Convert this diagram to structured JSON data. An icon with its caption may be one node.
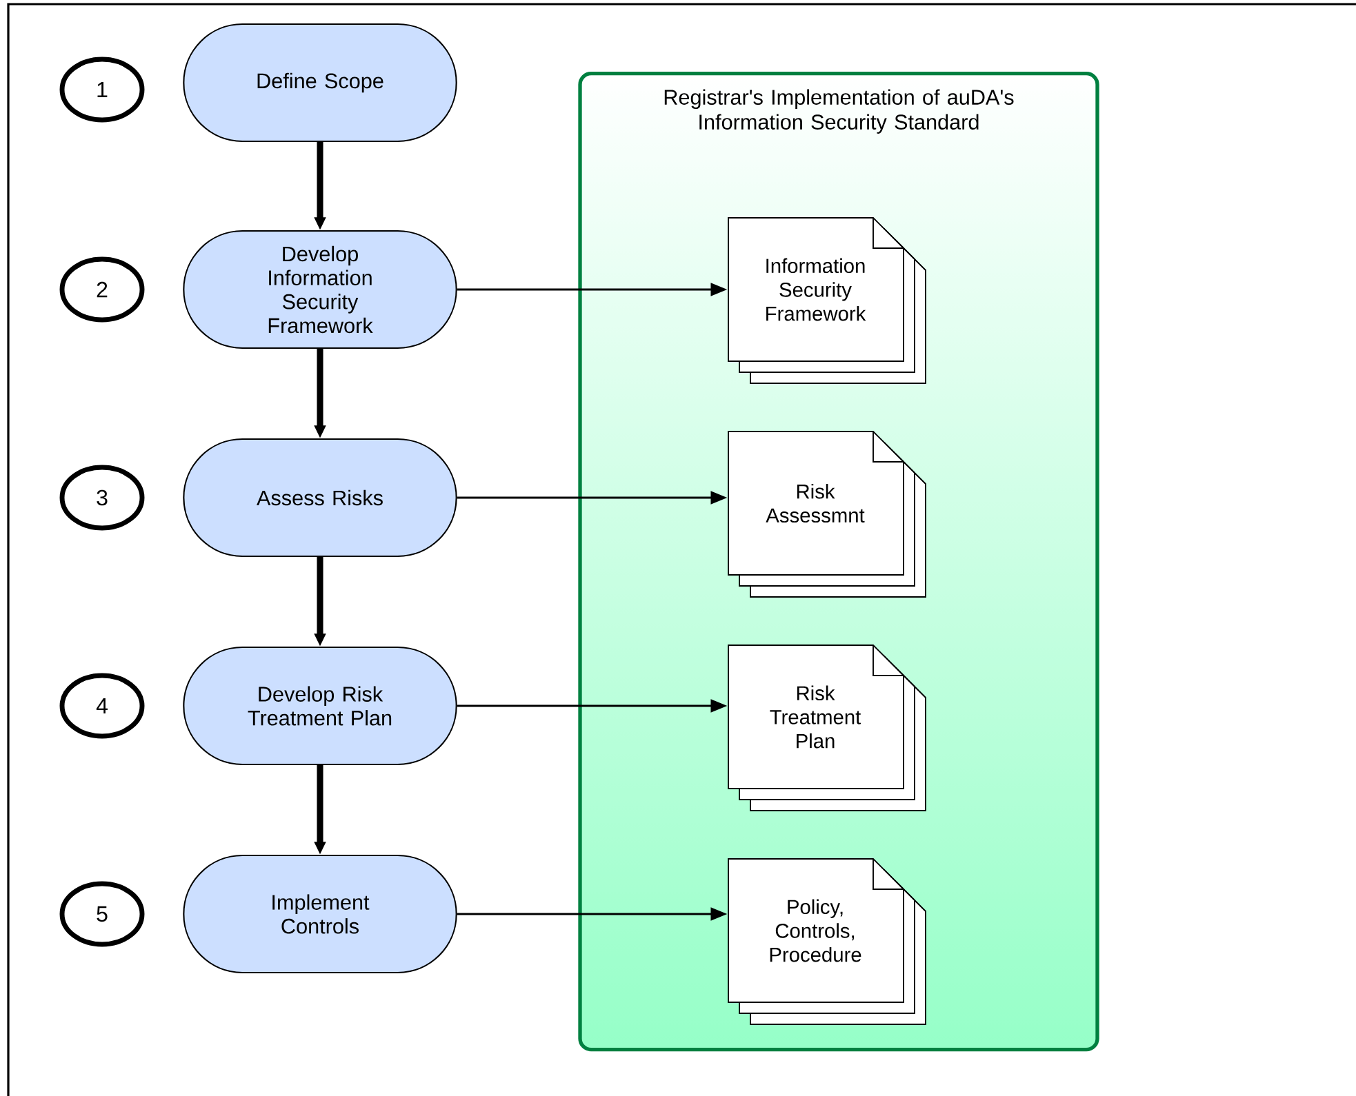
{
  "diagram": {
    "nodes": [
      {
        "text": [
          "1"
        ]
      },
      {
        "text": [
          "Define Scope"
        ]
      },
      {
        "text": [
          "Registrar's Implementation of auDA's Information Security Standard"
        ]
      },
      {
        "text": [
          "2"
        ]
      },
      {
        "text": [
          "Develop Information Security Framework"
        ]
      },
      {
        "text": [
          "Information Security Framework"
        ],
        "in": 2
      },
      {
        "text": [
          "3"
        ]
      },
      {
        "text": [
          "Assess Risks"
        ]
      },
      {
        "text": [
          "Risk Assessmnt"
        ],
        "in": 2
      },
      {
        "text": [
          "4"
        ]
      },
      {
        "text": [
          "Develop Risk Treatment Plan"
        ]
      },
      {
        "text": [
          "Risk Treatment Plan"
        ],
        "in": 2
      },
      {
        "text": [
          "5"
        ]
      },
      {
        "text": [
          "Implement Controls"
        ]
      },
      {
        "text": [
          "Policy, Controls, Procedure"
        ],
        "in": 2
      }
    ],
    "edges": [
      {
        "from": 1,
        "to": 4,
        "arrow": "to",
        "style": "thick"
      },
      {
        "from": 4,
        "to": 5,
        "arrow": "to"
      },
      {
        "from": 4,
        "to": 7,
        "arrow": "to",
        "style": "thick"
      },
      {
        "from": 7,
        "to": 8,
        "arrow": "to"
      },
      {
        "from": 7,
        "to": 10,
        "arrow": "to",
        "style": "thick"
      },
      {
        "from": 10,
        "to": 11,
        "arrow": "to"
      },
      {
        "from": 10,
        "to": 13,
        "arrow": "to",
        "style": "thick"
      },
      {
        "from": 13,
        "to": 14,
        "arrow": "to"
      }
    ]
  }
}
